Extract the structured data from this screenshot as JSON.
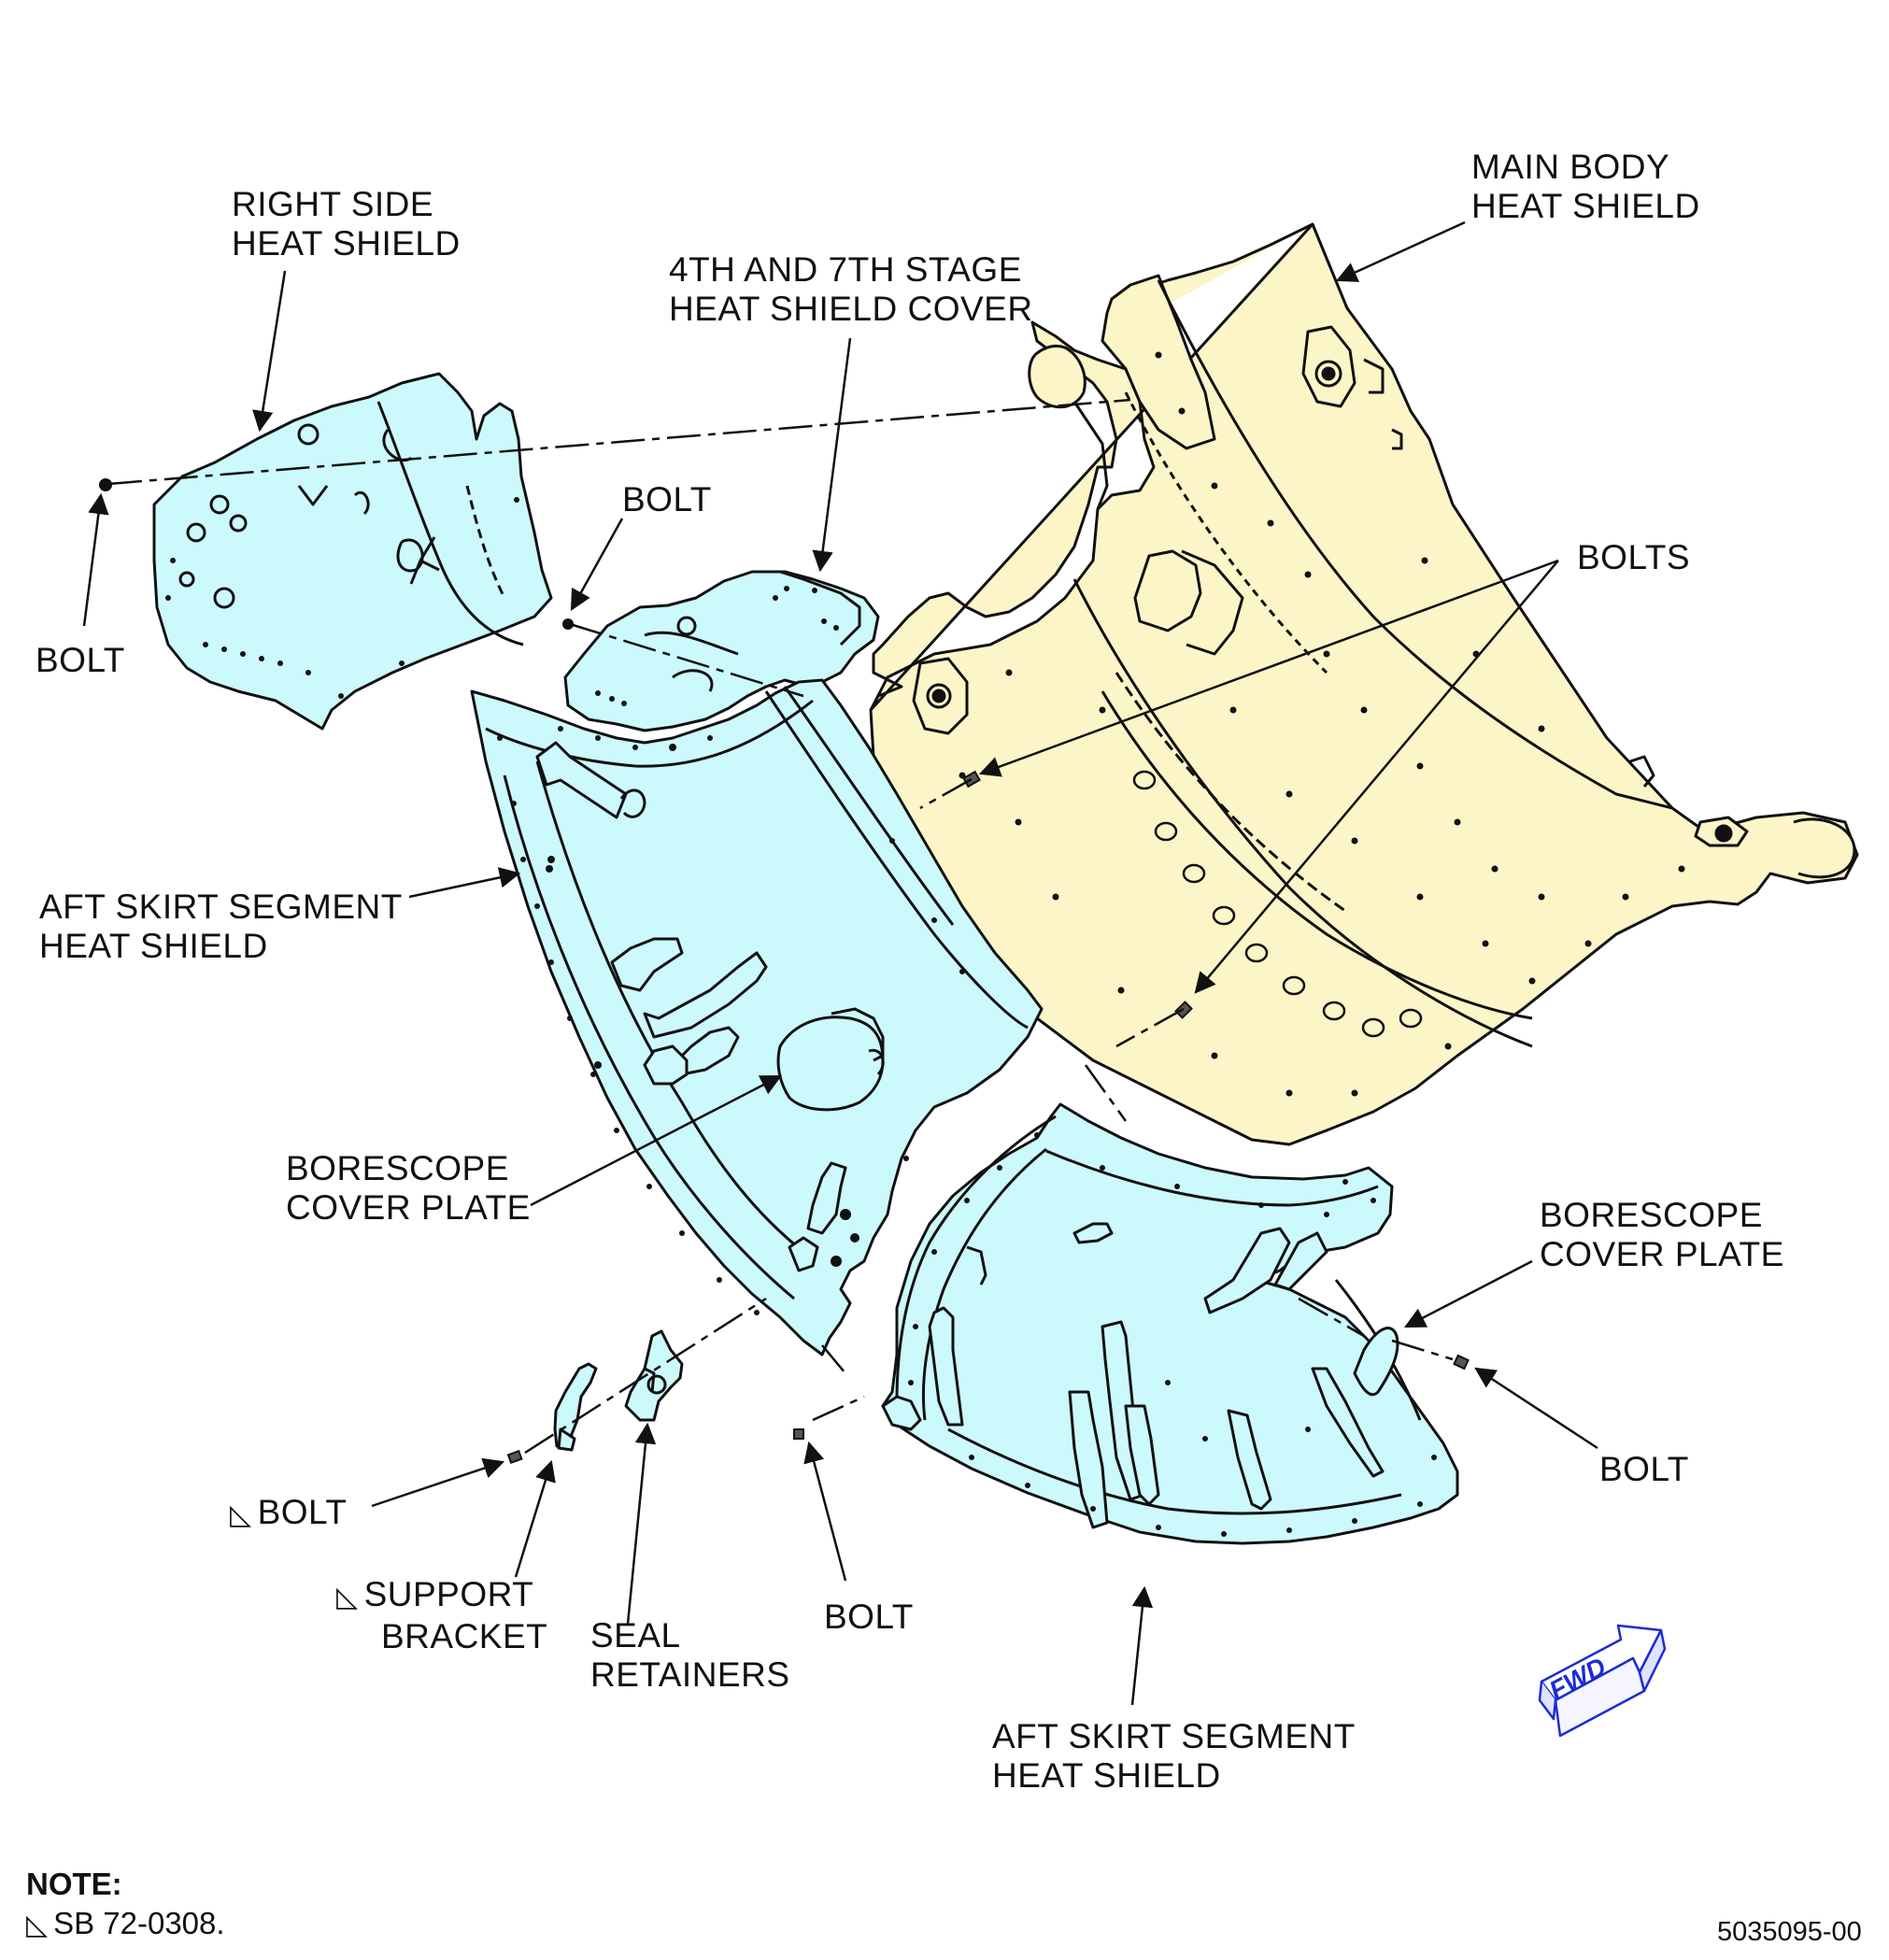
{
  "labels": {
    "right_side_heat_shield": [
      "RIGHT SIDE",
      "HEAT SHIELD"
    ],
    "stage_cover": [
      "4TH AND 7TH STAGE",
      "HEAT SHIELD COVER"
    ],
    "main_body_heat_shield": [
      "MAIN BODY",
      "HEAT SHIELD"
    ],
    "bolt_top_left": "BOLT",
    "bolt_center": "BOLT",
    "bolts_right": "BOLTS",
    "aft_skirt_left": [
      "AFT SKIRT SEGMENT",
      "HEAT SHIELD"
    ],
    "borescope_center": [
      "BORESCOPE",
      "COVER PLATE"
    ],
    "borescope_right": [
      "BORESCOPE",
      "COVER PLATE"
    ],
    "bolt_lower_left": "BOLT",
    "support_bracket": [
      "SUPPORT",
      "BRACKET"
    ],
    "seal_retainers": [
      "SEAL",
      "RETAINERS"
    ],
    "bolt_lower_center": "BOLT",
    "bolt_lower_right": "BOLT",
    "aft_skirt_bottom": [
      "AFT SKIRT SEGMENT",
      "HEAT SHIELD"
    ]
  },
  "fwd_label": "FWD",
  "note": {
    "title": "NOTE:",
    "text": "SB 72-0308.",
    "marker_icon": "delta-triangle-icon"
  },
  "figure_number": "5035095-00",
  "colors": {
    "shield_fill": "#ccf9fb",
    "main_body_fill": "#fbf5c8",
    "outline": "#111111",
    "fwd_arrow": "#1d2bd6"
  }
}
